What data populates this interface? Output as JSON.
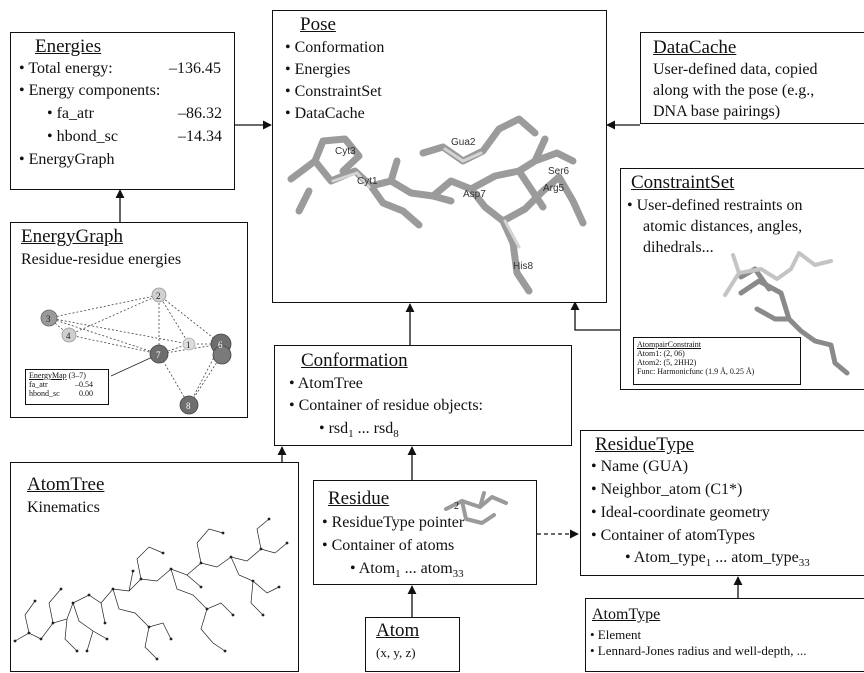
{
  "energies": {
    "title": "Energies",
    "total": "• Total energy:",
    "total_val": "–136.45",
    "components": "• Energy components:",
    "fa_atr": "• fa_atr",
    "fa_atr_val": "–86.32",
    "hbond": "• hbond_sc",
    "hbond_val": "–14.34",
    "graph": "• EnergyGraph"
  },
  "pose": {
    "title": "Pose",
    "items": [
      "• Conformation",
      "• Energies",
      "• ConstraintSet",
      "• DataCache"
    ],
    "residue_labels": [
      "Gua2",
      "Cyt3",
      "Cyt1",
      "Asp7",
      "Ser6",
      "Arg5",
      "His8"
    ]
  },
  "datacache": {
    "title": "DataCache",
    "lines": [
      "User-defined data, copied",
      "along with the pose (e.g.,",
      "DNA base pairings)"
    ]
  },
  "constraintset": {
    "title": "ConstraintSet",
    "lines": [
      "• User-defined restraints on",
      "atomic distances, angles,",
      "dihedrals..."
    ],
    "inset_title": "AtompairConstraint",
    "inset_lines": [
      "Atom1: (2, 06)",
      "Atom2: (5, 2HH2)",
      "Func: Harmonicfunc (1.9 Å, 0.25 Å)"
    ]
  },
  "energygraph": {
    "title": "EnergyGraph",
    "subtitle": "Residue-residue energies",
    "nodes": [
      "1",
      "2",
      "3",
      "4",
      "6",
      "7",
      "8"
    ],
    "map_title": "EnergyMap",
    "map_range": "(3–7)",
    "map_rows": [
      [
        "fa_atr",
        "–0.54"
      ],
      [
        "hbond_sc",
        "0.00"
      ]
    ]
  },
  "conformation": {
    "title": "Conformation",
    "items": [
      "• AtomTree",
      "• Container of residue objects:"
    ],
    "rsd_bullet": "• rsd",
    "rsd_first_sub": "1",
    "rsd_sep": " ... rsd",
    "rsd_last_sub": "8"
  },
  "atomtree": {
    "title": "AtomTree",
    "subtitle": "Kinematics"
  },
  "residue": {
    "title": "Residue",
    "items": [
      "• ResidueType pointer",
      "• Container of atoms"
    ],
    "atom_bullet": "• Atom",
    "atom_first_sub": "1",
    "atom_sep": " ... atom",
    "atom_last_sub": "33",
    "mol_label": "2"
  },
  "residuetype": {
    "title": "ResidueType",
    "items": [
      "• Name (GUA)",
      "• Neighbor_atom (C1*)",
      "• Ideal-coordinate geometry",
      "• Container of atomTypes"
    ],
    "type_bullet": "• Atom_type",
    "type_first_sub": "1",
    "type_sep": " ... atom_type",
    "type_last_sub": "33"
  },
  "atom": {
    "title": "Atom",
    "coords": "(x, y, z)"
  },
  "atomtype": {
    "title": "AtomType",
    "items": [
      "• Element",
      "• Lennard-Jones radius and well-depth, ..."
    ]
  },
  "colors": {
    "line": "#111111",
    "molecule": "#8a8a8a",
    "node": "#6e6e6e",
    "node_light": "#c8c8c8"
  }
}
